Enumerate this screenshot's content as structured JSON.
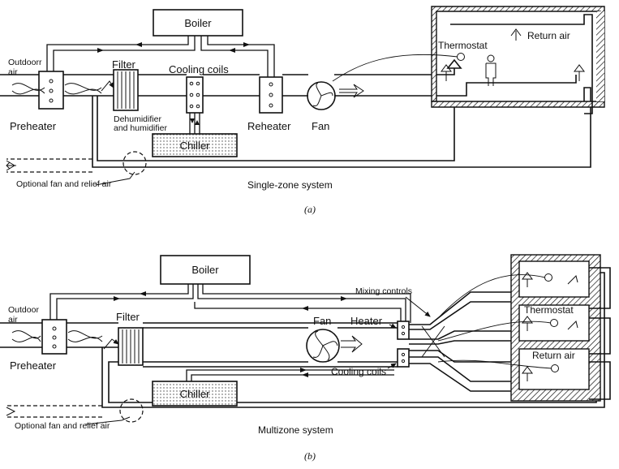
{
  "diagram_a": {
    "boiler": "Boiler",
    "outdoor_air": "Outdoorr air",
    "filter": "Filter",
    "cooling_coils": "Cooling coils",
    "preheater": "Preheater",
    "dehumidifier": "Dehumidifier",
    "humidifier": "and humidifier",
    "reheater": "Reheater",
    "fan": "Fan",
    "chiller": "Chiller",
    "thermostat": "Thermostat",
    "return_air": "Return air",
    "optional_fan": "Optional fan and relief air",
    "system_title": "Single-zone system",
    "caption": "(a)"
  },
  "diagram_b": {
    "boiler": "Boiler",
    "outdoor_air": "Outdoor air",
    "filter": "Filter",
    "fan": "Fan",
    "heater": "Heater",
    "mixing_controls": "Mixing controls",
    "thermostat": "Thermostat",
    "return_air": "Return air",
    "preheater": "Preheater",
    "cooling_coils": "Cooling coils",
    "chiller": "Chiller",
    "optional_fan": "Optional fan and relief air",
    "system_title": "Multizone system",
    "caption": "(b)"
  },
  "colors": {
    "ink": "#111111",
    "fill_dotted": "#e6e6e6"
  },
  "icons": [
    "fan-icon",
    "thermostat-icon",
    "person-icon",
    "arrow-icon"
  ]
}
